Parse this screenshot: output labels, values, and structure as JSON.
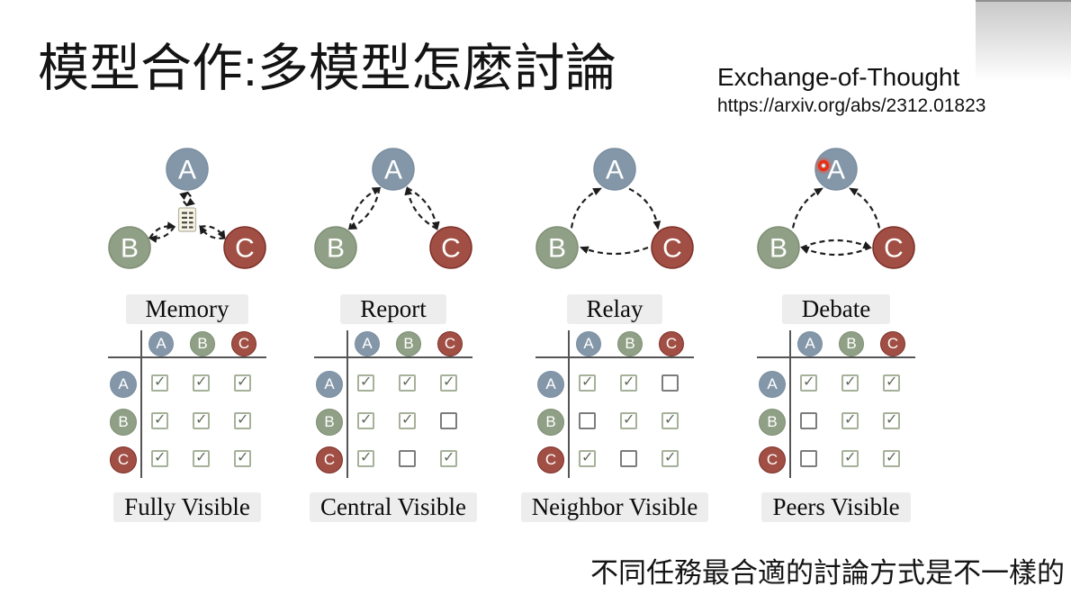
{
  "title": "模型合作:多模型怎麼討論",
  "header": {
    "paper_title": "Exchange-of-Thought",
    "paper_url": "https://arxiv.org/abs/2312.01823"
  },
  "footer": {
    "caption": "不同任務最合適的討論方式是不一樣的"
  },
  "nodes": {
    "labels": [
      "A",
      "B",
      "C"
    ],
    "colors": {
      "A": "#8497a9",
      "B": "#90a086",
      "C": "#a14f44"
    },
    "borders": {
      "A": "#7b8fa1",
      "B": "#7e8f74",
      "C": "#7d3028"
    }
  },
  "panels": [
    {
      "id": "memory",
      "mode_label": "Memory",
      "visibility_label": "Fully Visible",
      "graph_type": "hub-memory",
      "matrix": {
        "cols": [
          "A",
          "B",
          "C"
        ],
        "rows": [
          "A",
          "B",
          "C"
        ],
        "checked": [
          [
            true,
            true,
            true
          ],
          [
            true,
            true,
            true
          ],
          [
            true,
            true,
            true
          ]
        ]
      }
    },
    {
      "id": "report",
      "mode_label": "Report",
      "visibility_label": "Central Visible",
      "graph_type": "central-bidirectional",
      "matrix": {
        "cols": [
          "A",
          "B",
          "C"
        ],
        "rows": [
          "A",
          "B",
          "C"
        ],
        "checked": [
          [
            true,
            true,
            true
          ],
          [
            true,
            true,
            false
          ],
          [
            true,
            false,
            true
          ]
        ]
      }
    },
    {
      "id": "relay",
      "mode_label": "Relay",
      "visibility_label": "Neighbor Visible",
      "graph_type": "ring-cycle",
      "matrix": {
        "cols": [
          "A",
          "B",
          "C"
        ],
        "rows": [
          "A",
          "B",
          "C"
        ],
        "checked": [
          [
            true,
            true,
            false
          ],
          [
            false,
            true,
            true
          ],
          [
            true,
            false,
            true
          ]
        ]
      }
    },
    {
      "id": "debate",
      "mode_label": "Debate",
      "visibility_label": "Peers Visible",
      "graph_type": "debate-laser",
      "has_laser_pointer": true,
      "matrix": {
        "cols": [
          "A",
          "B",
          "C"
        ],
        "rows": [
          "A",
          "B",
          "C"
        ],
        "checked": [
          [
            true,
            true,
            true
          ],
          [
            false,
            true,
            true
          ],
          [
            false,
            true,
            true
          ]
        ]
      }
    }
  ]
}
